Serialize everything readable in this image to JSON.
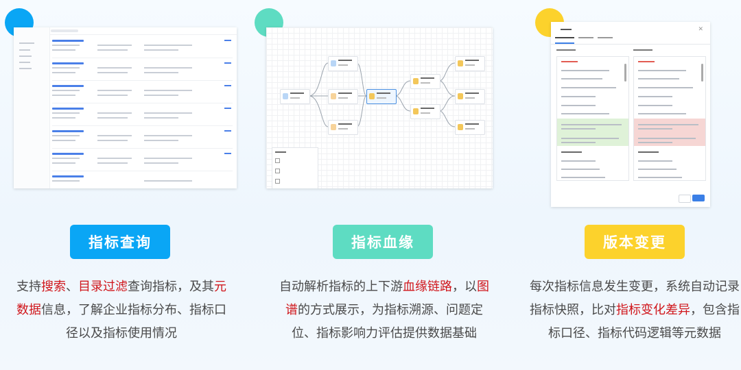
{
  "colors": {
    "col1": "#0aa6f5",
    "col2": "#5edcc2",
    "col3": "#fcd22c",
    "highlight": "#d0161b",
    "text": "#4a4a4a"
  },
  "col1": {
    "badge": "指标查询",
    "desc": {
      "p1": "支持",
      "h1": "搜索",
      "p2": "、",
      "h2": "目录过滤",
      "p3": "查询指标，及其",
      "h3": "元数据",
      "p4": "信息，了解企业指标分布、指标口径以及指标使用情况"
    }
  },
  "col2": {
    "badge": "指标血缘",
    "desc": {
      "p1": "自动解析指标的上下游",
      "h1": "血缘链路",
      "p2": "，以",
      "h2": "图谱",
      "p3": "的方式展示，为指标溯源、问题定位、指标影响力评估提供数据基础"
    }
  },
  "col3": {
    "badge": "版本变更",
    "desc": {
      "p1": "每次指标信息发生变更，系统自动记录指标快照，比对",
      "h1": "指标变化差异",
      "p2": "，包含指标口径、指标代码逻辑等元数据"
    }
  }
}
